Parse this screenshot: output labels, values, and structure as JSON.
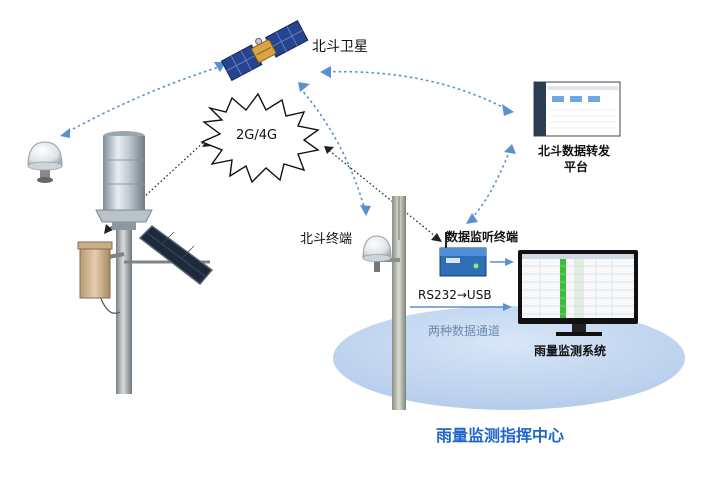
{
  "labels": {
    "satellite": "北斗卫星",
    "network": "2G/4G",
    "platform_line1": "北斗数据转发",
    "platform_line2": "平台",
    "beidou_terminal": "北斗终端",
    "listening_terminal": "数据监听终端",
    "rs232_usb": "RS232→USB",
    "two_channels": "两种数据通道",
    "rain_system": "雨量监测系统",
    "command_center": "雨量监测指挥中心"
  },
  "colors": {
    "link_blue": "#5a8fd0",
    "center_ellipse": "#bcd3ef",
    "center_text": "#1f66c8",
    "channel_text": "#6c8ab0"
  },
  "icons": [
    "satellite-icon",
    "gps-antenna-icon",
    "rain-gauge-icon",
    "solar-panel-icon",
    "data-terminal-icon",
    "monitor-icon",
    "cloud-burst-icon"
  ]
}
